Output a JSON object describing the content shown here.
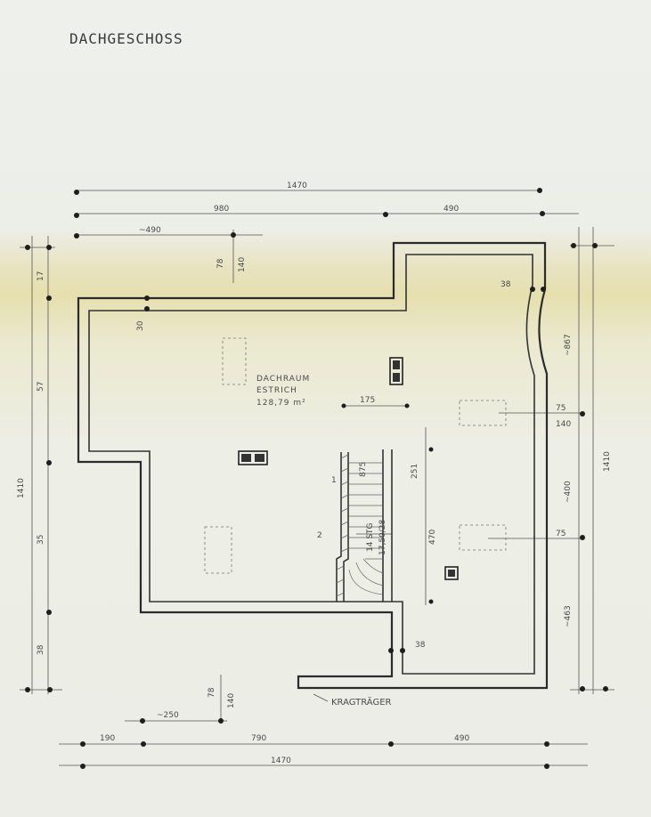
{
  "title": "DACHGESCHOSS",
  "room": {
    "line1": "DACHRAUM",
    "line2": "ESTRICH",
    "line3": "128,79 m²"
  },
  "labels": {
    "kragtraeger": "KRAGTRÄGER",
    "stairs_count": "14 STG",
    "stairs_rise": "17,50/28",
    "stairs_dim": "875"
  },
  "dims": {
    "top_total": "1470",
    "top_left": "980",
    "top_right": "490",
    "top_sub": "~490",
    "top_height_a": "78",
    "top_height_b": "140",
    "top_right_38": "38",
    "top_30": "30",
    "mid_175": "175",
    "mid_75": "75",
    "mid_75_sub": "140",
    "mid_75b": "75",
    "stair_251": "251",
    "stair_470": "470",
    "stair_1": "1",
    "stair_2": "2",
    "right_38": "38",
    "right_867": "~867",
    "right_400": "~400",
    "right_1410": "1410",
    "right_463": "~463",
    "left_1410": "1410",
    "left_57": "57",
    "left_35": "35",
    "left_38": "38",
    "left_top": "17",
    "bot_total": "1470",
    "bot_left": "190",
    "bot_mid": "790",
    "bot_right": "490",
    "bot_250": "~250",
    "bot_78": "78",
    "bot_140": "140"
  }
}
